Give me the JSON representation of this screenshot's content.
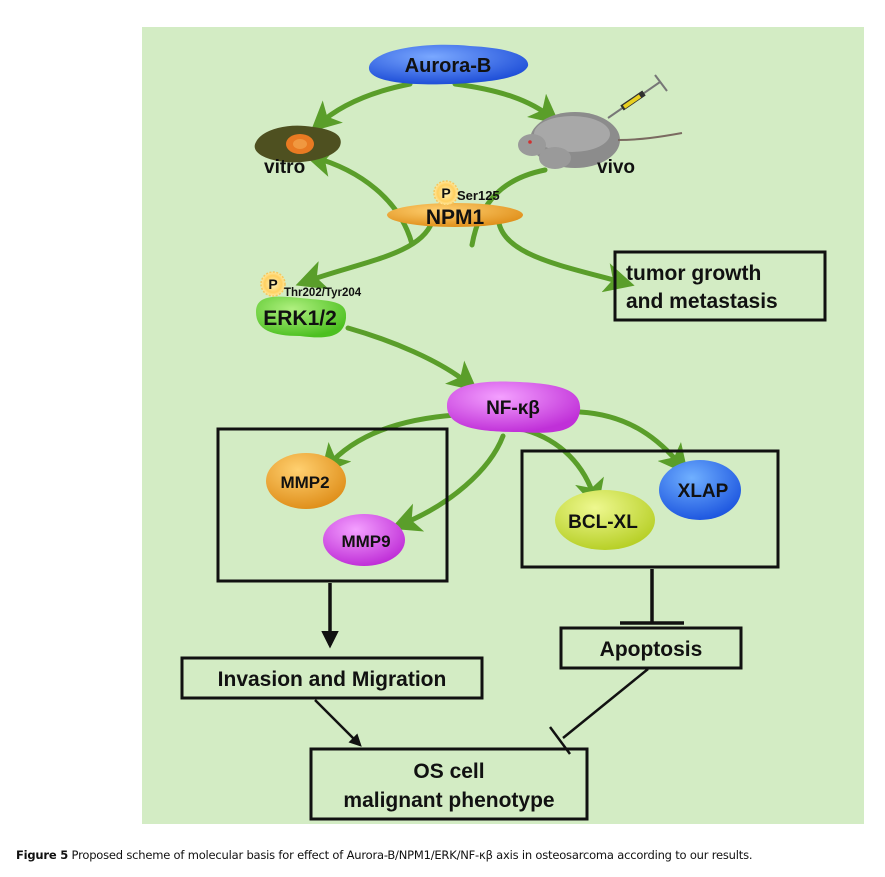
{
  "figure": {
    "nodes": {
      "aurora_b": "Aurora-B",
      "vitro": "vitro",
      "vivo": "vivo",
      "npm1": "NPM1",
      "npm1_site": "Ser125",
      "erk": "ERK1/2",
      "erk_site": "Thr202/Tyr204",
      "phospho": "P",
      "nfkb": "NF-κβ",
      "mmp2": "MMP2",
      "mmp9": "MMP9",
      "bclxl": "BCL-XL",
      "xlap": "XLAP"
    },
    "boxes": {
      "tumor_line1": "tumor growth",
      "tumor_line2": "and metastasis",
      "invasion": "Invasion and Migration",
      "apoptosis": "Apoptosis",
      "os_line1": "OS cell",
      "os_line2": "malignant phenotype"
    },
    "colors": {
      "background": "#d3ecc4",
      "arrow_green": "#5a9e2a",
      "aurora_blue": "#2f5fe8",
      "npm1_orange": "#f0a830",
      "erk_green": "#6fd63a",
      "nfkb_magenta": "#d040e0",
      "mmp2_orange": "#e89a28",
      "mmp9_magenta": "#d040e0",
      "bclxl_yellow": "#c8e038",
      "xlap_blue": "#2f6fe8"
    }
  },
  "caption": {
    "label": "Figure 5",
    "text": " Proposed scheme of molecular basis for effect of Aurora-B/NPM1/ERK/NF-κβ axis in osteosarcoma according to our results."
  }
}
